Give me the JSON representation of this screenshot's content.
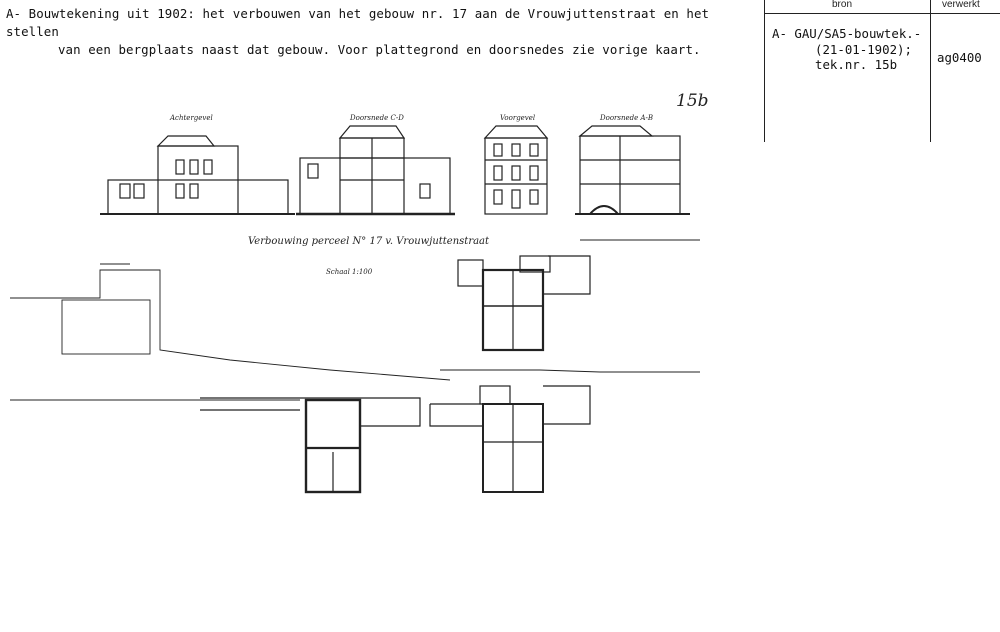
{
  "description": {
    "line1": "A- Bouwtekening uit 1902: het verbouwen van het gebouw nr. 17 aan de Vrouwjuttenstraat en het stellen",
    "line2": "van een bergplaats naast dat gebouw. Voor plattegrond en doorsnedes zie vorige kaart."
  },
  "table": {
    "header_source": "bron",
    "header_processed": "verwerkt",
    "source_line1": "A- GAU/SA5-bouwtek.-",
    "source_line2": "(21-01-1902);",
    "source_line3": "tek.nr. 15b",
    "processed_code": "ag0400"
  },
  "drawing": {
    "sheet_number": "15b",
    "label_elevation_rear": "Achtergevel",
    "label_section_cd": "Doorsnede C-D",
    "label_facade": "Voorgevel",
    "label_section_ab": "Doorsnede A-B",
    "caption": "Verbouwing perceel N° 17 v. Vrouwjuttenstraat",
    "scale": "Schaal 1:100"
  }
}
